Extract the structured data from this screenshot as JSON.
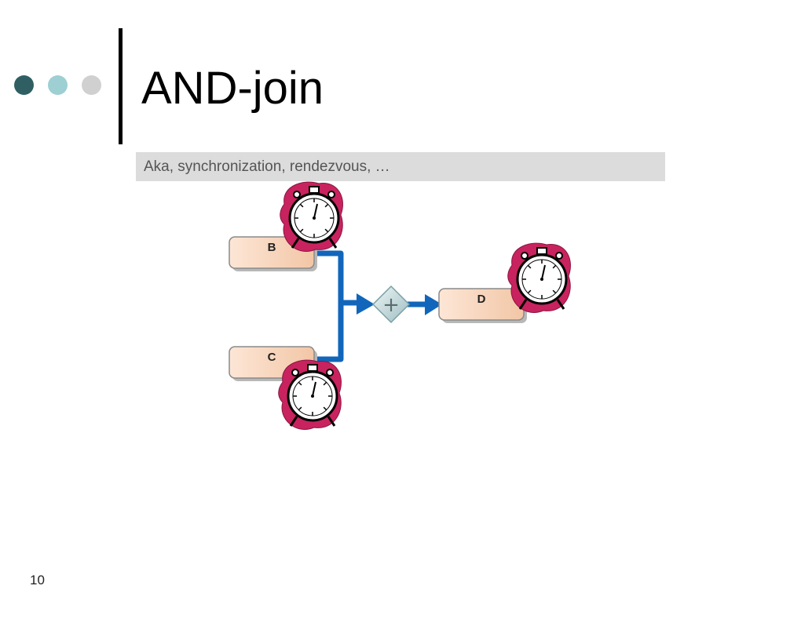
{
  "slide": {
    "title": "AND-join",
    "subtitle": "Aka, synchronization, rendezvous, …",
    "page_number": "10"
  },
  "decor": {
    "dot_colors": [
      "#2f5f63",
      "#9dcfd3",
      "#d0d0d0"
    ]
  },
  "diagram": {
    "tasks": {
      "b": "B",
      "c": "C",
      "d": "D"
    },
    "gateway_symbol": "+",
    "icons": [
      "stopwatch-icon",
      "stopwatch-icon",
      "stopwatch-icon"
    ],
    "colors": {
      "flow": "#1166bb",
      "task_fill": "#f6d3ba",
      "clock_splash": "#c8235f"
    }
  }
}
